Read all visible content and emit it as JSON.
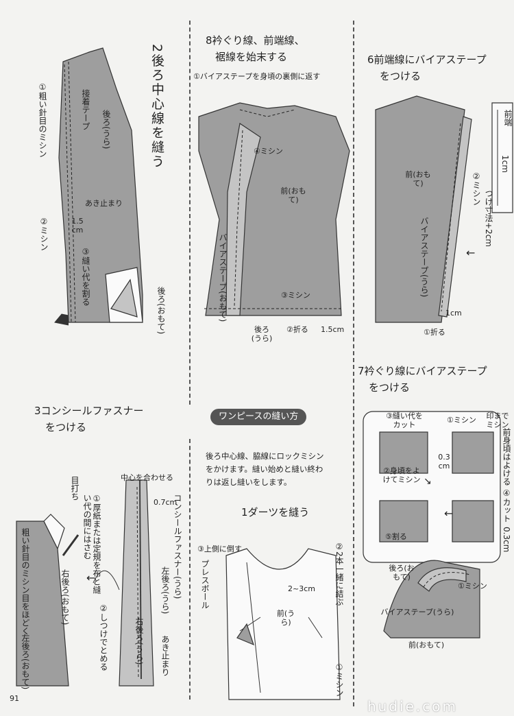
{
  "page_number": "91",
  "watermark": "hudie.com",
  "section2": {
    "title": "2後ろ中心線を縫う",
    "labels": {
      "stitch_coarse": "①粗い針目のミシン",
      "tape": "接着テープ",
      "back_ura": "後ろ(うら)",
      "open_stop": "あき止まり",
      "measure": "1.5 cm",
      "sew": "②ミシン",
      "split": "③縫い代を割る",
      "back_omote": "後ろ(おもて)"
    }
  },
  "section8": {
    "title_line1": "8衿ぐり線、前端線、",
    "title_line2": "裾線を始末する",
    "labels": {
      "fold_back": "①バイアステープを身頃の裏側に返す",
      "sew": "④ミシン",
      "front_omote": "前(おもて)",
      "bias_tape_omote": "バイアステープ(おもて)",
      "sew3": "③ミシン",
      "back_ura": "後ろ(うら)",
      "fold": "②折る",
      "measure": "1.5cm"
    }
  },
  "section6": {
    "title_line1": "6前端線にバイアステープ",
    "title_line2": "をつける",
    "labels": {
      "front_omote": "前(おもて)",
      "sew": "②ミシン",
      "bias_tape_ura": "バイアステープ(うら)",
      "measure": "1cm",
      "fold": "①折る",
      "allowance": "つけ寸法+2cm",
      "small_cm": "1cm",
      "tab": "前端"
    }
  },
  "section7": {
    "title_line1": "7衿ぐり線にバイアステープ",
    "title_line2": "をつける",
    "labels": {
      "cut": "③縫い代をカット",
      "sew1": "①ミシン",
      "mark": "印まで ミシン",
      "measure": "0.3 cm",
      "body_sew": "②身頃をよけてミシン",
      "split": "⑤割る",
      "back_omote": "後ろ(おもて)",
      "sew_main": "①ミシン",
      "bias_tape_ura": "バイアステープ(うら)",
      "front_omote": "前(おもて)",
      "right1": "前身頃はよける",
      "right2": "④カット",
      "right3": "0.3cm"
    }
  },
  "section3": {
    "title_line1": "3コンシールファスナー",
    "title_line2": "をつける",
    "labels": {
      "tack": "目打ち",
      "center": "中心を合わせる",
      "measure": "0.7cm",
      "paper": "①厚紙または定規を布と縫い代の間にはさむ",
      "zipper": "コンシールファスナー(うら)",
      "unpick": "粗い針目のミシン目をほどく",
      "right_back_omote": "右後ろ(おもて)",
      "left_back_ura": "左後ろ(うら)",
      "baste": "②しつけでとめる",
      "right_back_ura": "右後ろ(うら)",
      "open_stop": "あき止まり",
      "left_back_omote": "左後ろ(おもて)"
    }
  },
  "method": {
    "heading": "ワンピースの縫い方",
    "note_line1": "後ろ中心線、脇線にロックミシン",
    "note_line2": "をかけます。縫い始めと縫い終わ",
    "note_line3": "りは返し縫いをします。"
  },
  "section1": {
    "title": "1ダーツを縫う",
    "labels": {
      "upper": "③上側に倒す",
      "press": "プレスボール",
      "tie": "②2本一緒に結ぶ",
      "measure": "2~3cm",
      "front_ura": "前(うら)",
      "sew": "①ミシン"
    }
  }
}
